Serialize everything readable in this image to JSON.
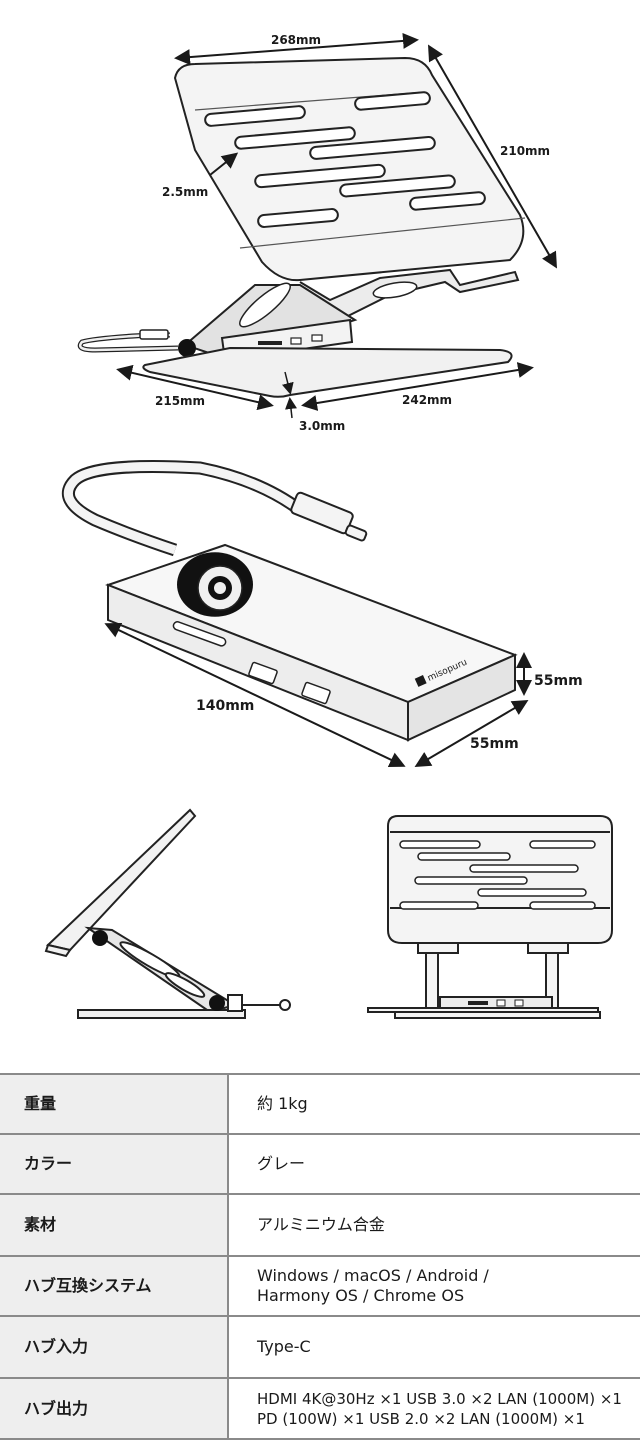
{
  "figure1": {
    "dims": {
      "width_top": "268mm",
      "depth": "210mm",
      "thickness": "2.5mm",
      "base_left": "215mm",
      "base_right": "242mm",
      "base_thick": "3.0mm"
    }
  },
  "figure2": {
    "brand": "misopuru",
    "dims": {
      "length": "140mm",
      "height": "55mm",
      "width": "55mm"
    }
  },
  "specs": [
    {
      "label": "重量",
      "value": "約 1kg"
    },
    {
      "label": "カラー",
      "value": "グレー"
    },
    {
      "label": "素材",
      "value": "アルミニウム合金"
    },
    {
      "label": "ハブ互換システム",
      "value_l1": "Windows / macOS / Android /",
      "value_l2": "Harmony OS / Chrome OS"
    },
    {
      "label": "ハブ入力",
      "value": "Type-C"
    },
    {
      "label": "ハブ出力",
      "value_l1": "HDMI 4K@30Hz ×1 USB 3.0 ×2 LAN (1000M) ×1",
      "value_l2": "PD (100W) ×1 USB 2.0 ×2 LAN (1000M) ×1"
    }
  ]
}
